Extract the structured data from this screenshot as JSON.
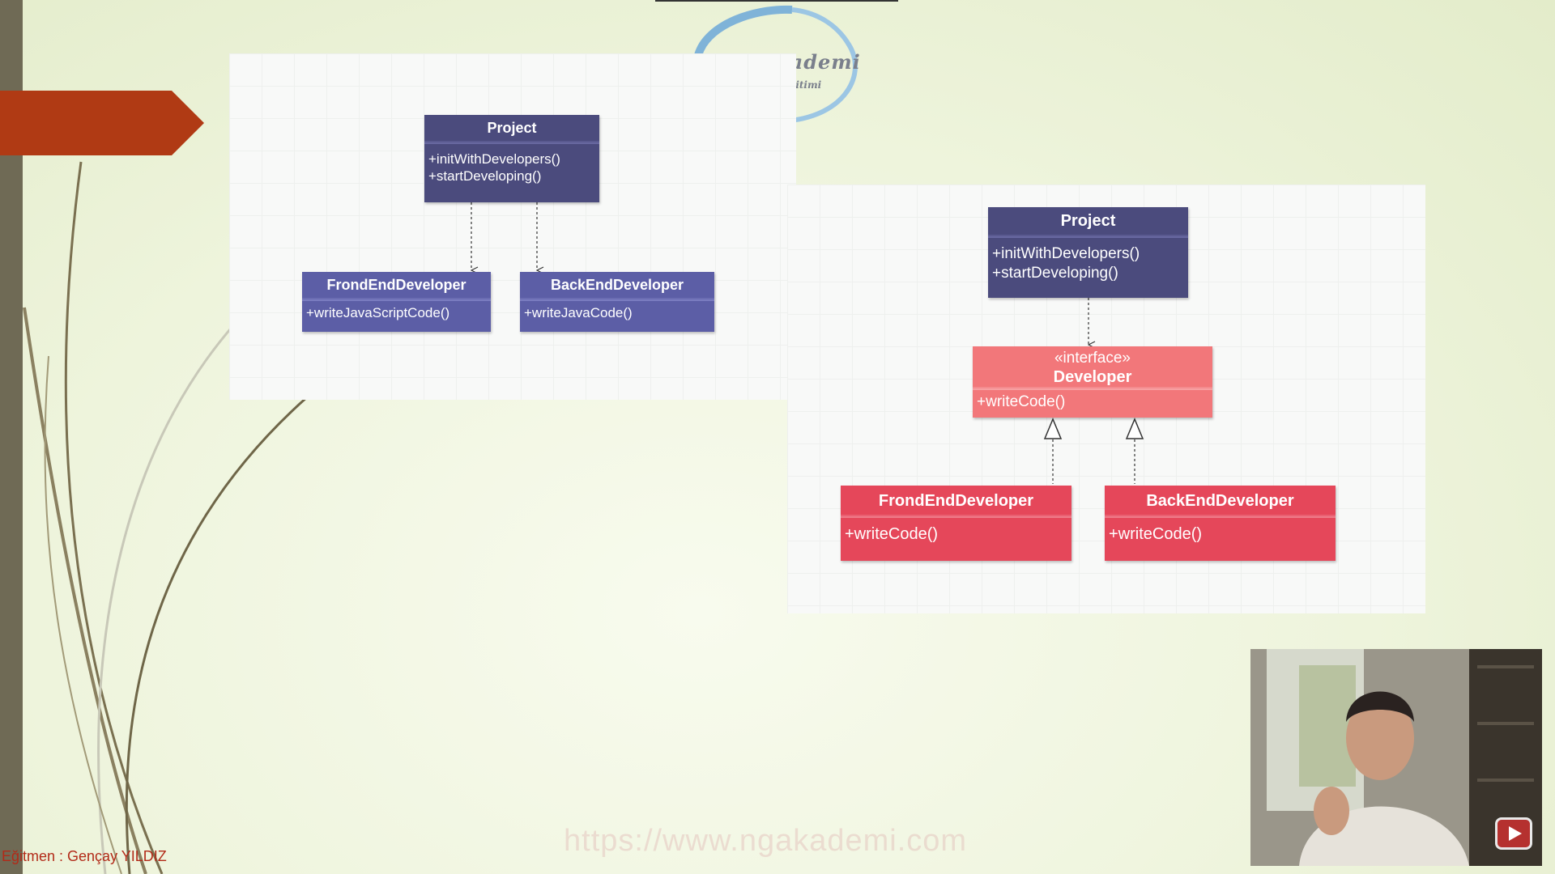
{
  "logo": {
    "title": "NGAkademi",
    "subtitle": "Yazılım Eğitimi"
  },
  "left_diagram": {
    "project": {
      "name": "Project",
      "methods": [
        "+initWithDevelopers()",
        "+startDeveloping()"
      ]
    },
    "frontend": {
      "name": "FrondEndDeveloper",
      "method": "+writeJavaScriptCode()"
    },
    "backend": {
      "name": "BackEndDeveloper",
      "method": "+writeJavaCode()"
    }
  },
  "right_diagram": {
    "project": {
      "name": "Project",
      "methods": [
        "+initWithDevelopers()",
        "+startDeveloping()"
      ]
    },
    "interface": {
      "stereotype": "«interface»",
      "name": "Developer",
      "method": "+writeCode()"
    },
    "frontend": {
      "name": "FrondEndDeveloper",
      "method": "+writeCode()"
    },
    "backend": {
      "name": "BackEndDeveloper",
      "method": "+writeCode()"
    }
  },
  "watermark": "https://www.ngakademi.com",
  "instructor": "Eğitmen : Gençay YILDIZ",
  "colors": {
    "navy": "#4b4b7d",
    "indigo": "#5c5ea6",
    "salmon": "#f2777a",
    "crimson": "#e5475a",
    "banner": "#b03a14"
  },
  "icons": {
    "webcam_overlay": "youtube-play-icon"
  }
}
